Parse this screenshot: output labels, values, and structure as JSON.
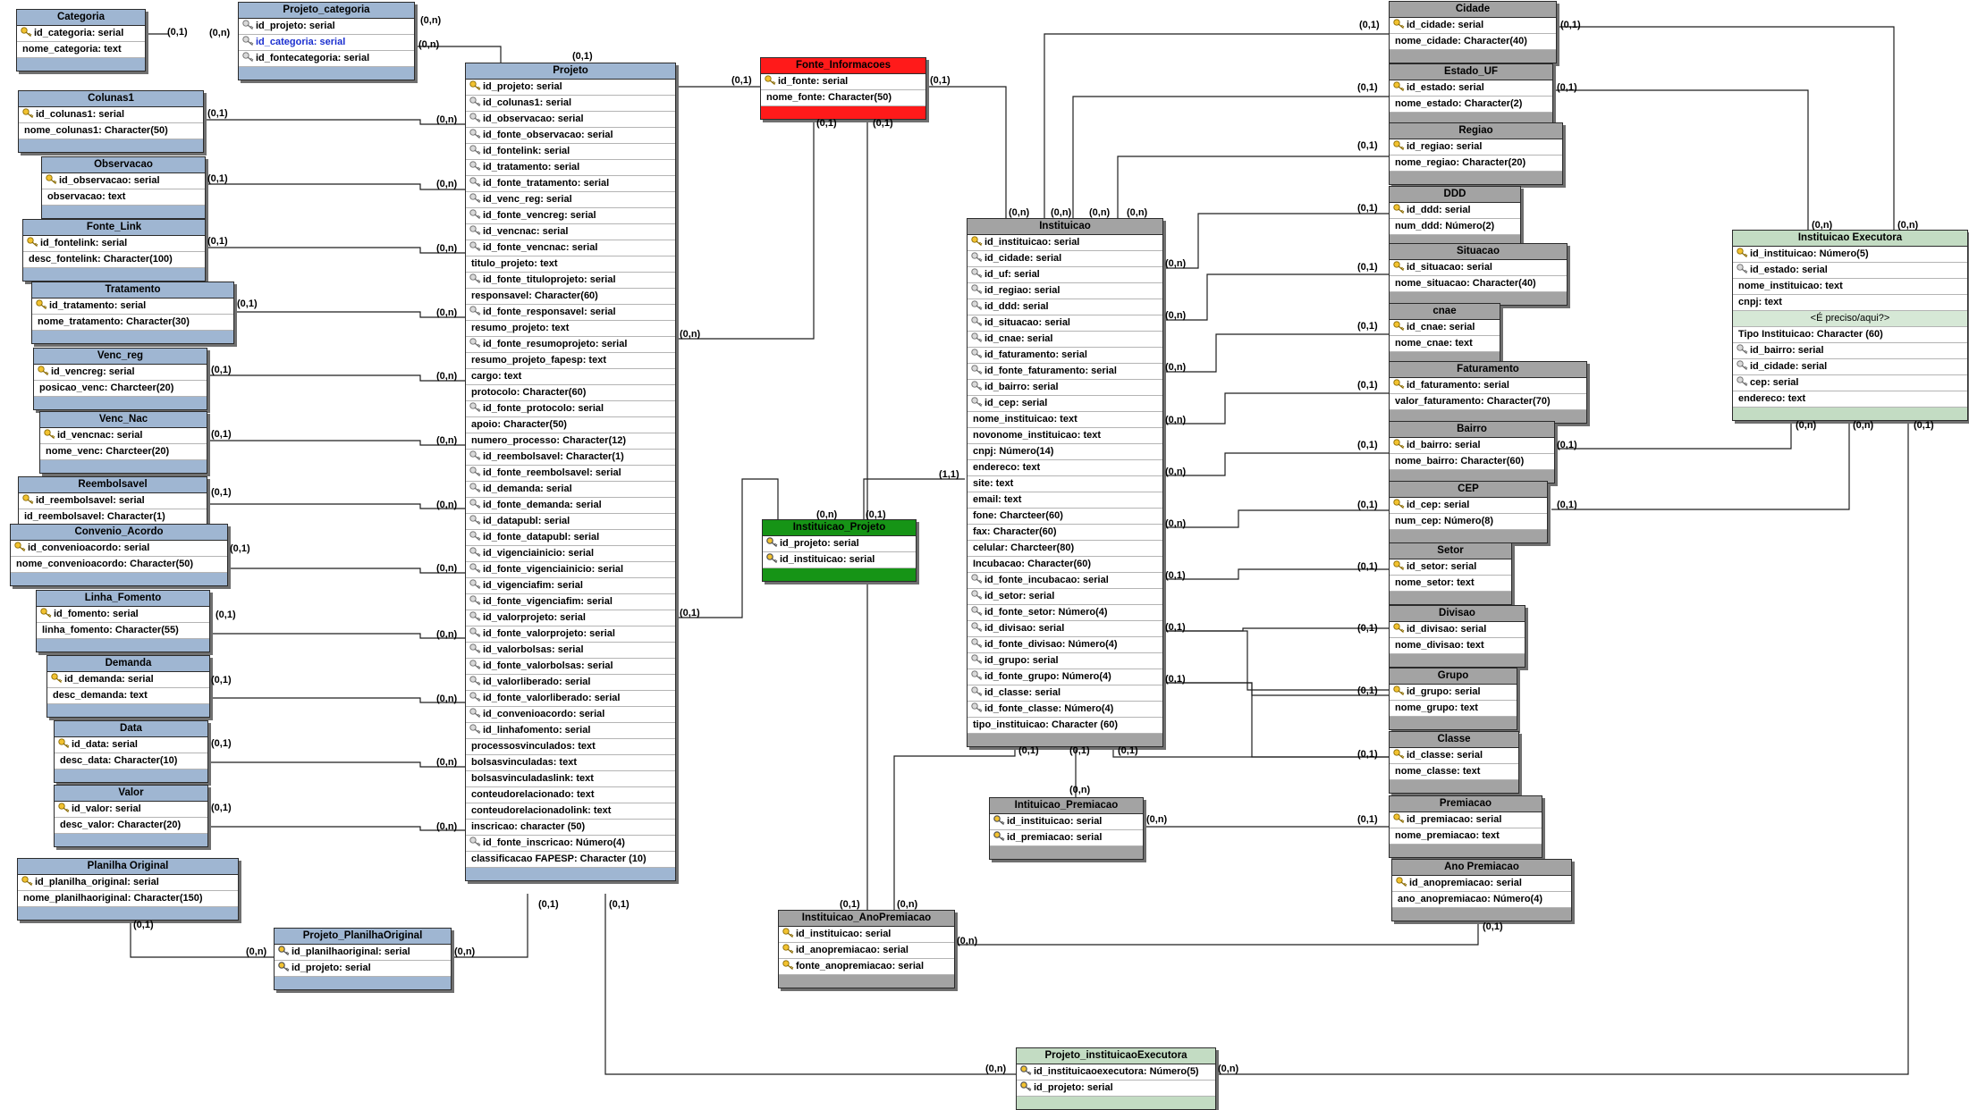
{
  "entities": [
    {
      "id": "categoria",
      "title": "Categoria",
      "color": "blue",
      "fields": [
        {
          "name": "id_categoria: serial",
          "key": "pk"
        },
        {
          "name": "nome_categoria: text"
        }
      ]
    },
    {
      "id": "projeto_categoria",
      "title": "Projeto_categoria",
      "color": "blue",
      "fields": [
        {
          "name": "id_projeto: serial",
          "key": "fk"
        },
        {
          "name": "id_categoria: serial",
          "key": "fk",
          "highlight": true
        },
        {
          "name": "id_fontecategoria: serial",
          "key": "fk"
        }
      ]
    },
    {
      "id": "colunas1",
      "title": "Colunas1",
      "color": "blue",
      "fields": [
        {
          "name": "id_colunas1: serial",
          "key": "pk"
        },
        {
          "name": "nome_colunas1: Character(50)"
        }
      ]
    },
    {
      "id": "observacao",
      "title": "Observacao",
      "color": "blue",
      "fields": [
        {
          "name": "id_observacao: serial",
          "key": "pk"
        },
        {
          "name": "observacao: text"
        }
      ]
    },
    {
      "id": "fonte_link",
      "title": "Fonte_Link",
      "color": "blue",
      "fields": [
        {
          "name": "id_fontelink: serial",
          "key": "pk"
        },
        {
          "name": "desc_fontelink: Character(100)"
        }
      ]
    },
    {
      "id": "tratamento",
      "title": "Tratamento",
      "color": "blue",
      "fields": [
        {
          "name": "id_tratamento: serial",
          "key": "pk"
        },
        {
          "name": "nome_tratamento: Character(30)"
        }
      ]
    },
    {
      "id": "venc_reg",
      "title": "Venc_reg",
      "color": "blue",
      "fields": [
        {
          "name": "id_vencreg: serial",
          "key": "pk"
        },
        {
          "name": "posicao_venc: Charcteer(20)"
        }
      ]
    },
    {
      "id": "venc_nac",
      "title": "Venc_Nac",
      "color": "blue",
      "fields": [
        {
          "name": "id_vencnac: serial",
          "key": "pk"
        },
        {
          "name": "nome_venc: Charcteer(20)"
        }
      ]
    },
    {
      "id": "reembolsavel",
      "title": "Reembolsavel",
      "color": "blue",
      "fields": [
        {
          "name": "id_reembolsavel: serial",
          "key": "pk"
        },
        {
          "name": "id_reembolsavel: Character(1)"
        }
      ]
    },
    {
      "id": "convenio_acordo",
      "title": "Convenio_Acordo",
      "color": "blue",
      "fields": [
        {
          "name": "id_convenioacordo: serial",
          "key": "pk"
        },
        {
          "name": "nome_convenioacordo: Character(50)"
        }
      ]
    },
    {
      "id": "linha_fomento",
      "title": "Linha_Fomento",
      "color": "blue",
      "fields": [
        {
          "name": "id_fomento: serial",
          "key": "pk"
        },
        {
          "name": "linha_fomento: Character(55)"
        }
      ]
    },
    {
      "id": "demanda",
      "title": "Demanda",
      "color": "blue",
      "fields": [
        {
          "name": "id_demanda: serial",
          "key": "pk"
        },
        {
          "name": "desc_demanda: text"
        }
      ]
    },
    {
      "id": "data",
      "title": "Data",
      "color": "blue",
      "fields": [
        {
          "name": "id_data: serial",
          "key": "pk"
        },
        {
          "name": "desc_data: Character(10)"
        }
      ]
    },
    {
      "id": "valor",
      "title": "Valor",
      "color": "blue",
      "fields": [
        {
          "name": "id_valor: serial",
          "key": "pk"
        },
        {
          "name": "desc_valor: Character(20)"
        }
      ]
    },
    {
      "id": "planilha_original",
      "title": "Planilha Original",
      "color": "blue",
      "fields": [
        {
          "name": "id_planilha_original: serial",
          "key": "pk"
        },
        {
          "name": "nome_planilhaoriginal: Character(150)"
        }
      ]
    },
    {
      "id": "projeto_planilhaoriginal",
      "title": "Projeto_PlanilhaOriginal",
      "color": "blue",
      "fields": [
        {
          "name": "id_planilhaoriginal: serial",
          "key": "pfk"
        },
        {
          "name": "id_projeto: serial",
          "key": "pfk"
        }
      ]
    },
    {
      "id": "projeto",
      "title": "Projeto",
      "color": "blue",
      "fields": [
        {
          "name": "id_projeto: serial",
          "key": "pk"
        },
        {
          "name": "id_colunas1: serial",
          "key": "fk"
        },
        {
          "name": "id_observacao: serial",
          "key": "fk"
        },
        {
          "name": "id_fonte_observacao: serial",
          "key": "fk"
        },
        {
          "name": "id_fontelink: serial",
          "key": "fk"
        },
        {
          "name": "id_tratamento: serial",
          "key": "fk"
        },
        {
          "name": "id_fonte_tratamento: serial",
          "key": "fk"
        },
        {
          "name": "id_venc_reg: serial",
          "key": "fk"
        },
        {
          "name": "id_fonte_vencreg: serial",
          "key": "fk"
        },
        {
          "name": "id_vencnac: serial",
          "key": "fk"
        },
        {
          "name": "id_fonte_vencnac: serial",
          "key": "fk"
        },
        {
          "name": "titulo_projeto: text"
        },
        {
          "name": "id_fonte_tituloprojeto: serial",
          "key": "fk"
        },
        {
          "name": "responsavel: Character(60)"
        },
        {
          "name": "id_fonte_responsavel: serial",
          "key": "fk"
        },
        {
          "name": "resumo_projeto: text"
        },
        {
          "name": "id_fonte_resumoprojeto: serial",
          "key": "fk"
        },
        {
          "name": "resumo_projeto_fapesp: text"
        },
        {
          "name": "cargo: text"
        },
        {
          "name": "protocolo: Character(60)"
        },
        {
          "name": "id_fonte_protocolo: serial",
          "key": "fk"
        },
        {
          "name": "apoio: Character(50)"
        },
        {
          "name": "numero_processo: Character(12)"
        },
        {
          "name": "id_reembolsavel: Character(1)",
          "key": "fk"
        },
        {
          "name": "id_fonte_reembolsavel: serial",
          "key": "fk"
        },
        {
          "name": "id_demanda: serial",
          "key": "fk"
        },
        {
          "name": "id_fonte_demanda: serial",
          "key": "fk"
        },
        {
          "name": "id_datapubl: serial",
          "key": "fk"
        },
        {
          "name": "id_fonte_datapubl: serial",
          "key": "fk"
        },
        {
          "name": "id_vigenciainicio: serial",
          "key": "fk"
        },
        {
          "name": "id_fonte_vigenciainicio: serial",
          "key": "fk"
        },
        {
          "name": "id_vigenciafim: serial",
          "key": "fk"
        },
        {
          "name": "id_fonte_vigenciafim: serial",
          "key": "fk"
        },
        {
          "name": "id_valorprojeto: serial",
          "key": "fk"
        },
        {
          "name": "id_fonte_valorprojeto: serial",
          "key": "fk"
        },
        {
          "name": "id_valorbolsas: serial",
          "key": "fk"
        },
        {
          "name": "id_fonte_valorbolsas: serial",
          "key": "fk"
        },
        {
          "name": "id_valorliberado: serial",
          "key": "fk"
        },
        {
          "name": "id_fonte_valorliberado: serial",
          "key": "fk"
        },
        {
          "name": "id_convenioacordo: serial",
          "key": "fk"
        },
        {
          "name": "id_linhafomento: serial",
          "key": "fk"
        },
        {
          "name": "processosvinculados: text"
        },
        {
          "name": "bolsasvinculadas: text"
        },
        {
          "name": "bolsasvinculadaslink: text"
        },
        {
          "name": "conteudorelacionado: text"
        },
        {
          "name": "conteudorelacionadolink: text"
        },
        {
          "name": "inscricao: character (50)"
        },
        {
          "name": "id_fonte_inscricao: Número(4)",
          "key": "fk"
        },
        {
          "name": "classificacao FAPESP: Character (10)"
        }
      ]
    },
    {
      "id": "fonte_informacoes",
      "title": "Fonte_Informacoes",
      "color": "red",
      "fields": [
        {
          "name": "id_fonte: serial",
          "key": "pk"
        },
        {
          "name": "nome_fonte: Character(50)"
        }
      ]
    },
    {
      "id": "instituicao_projeto",
      "title": "Instituicao_Projeto",
      "color": "green",
      "fields": [
        {
          "name": "id_projeto: serial",
          "key": "pfk"
        },
        {
          "name": "id_instituicao: serial",
          "key": "pfk"
        }
      ]
    },
    {
      "id": "instituicao",
      "title": "Instituicao",
      "color": "gray",
      "fields": [
        {
          "name": "id_instituicao: serial",
          "key": "pk"
        },
        {
          "name": "id_cidade: serial",
          "key": "fk"
        },
        {
          "name": "id_uf: serial",
          "key": "fk"
        },
        {
          "name": "id_regiao: serial",
          "key": "fk"
        },
        {
          "name": "id_ddd: serial",
          "key": "fk"
        },
        {
          "name": "id_situacao: serial",
          "key": "fk"
        },
        {
          "name": "id_cnae: serial",
          "key": "fk"
        },
        {
          "name": "id_faturamento: serial",
          "key": "fk"
        },
        {
          "name": "id_fonte_faturamento: serial",
          "key": "fk"
        },
        {
          "name": "id_bairro: serial",
          "key": "fk"
        },
        {
          "name": "id_cep: serial",
          "key": "fk"
        },
        {
          "name": "nome_instituicao: text"
        },
        {
          "name": "novonome_instituicao: text"
        },
        {
          "name": "cnpj: Número(14)"
        },
        {
          "name": "endereco: text"
        },
        {
          "name": "site: text"
        },
        {
          "name": "email: text"
        },
        {
          "name": "fone: Charcteer(60)"
        },
        {
          "name": "fax: Character(60)"
        },
        {
          "name": "celular: Charcteer(80)"
        },
        {
          "name": "Incubacao: Character(60)"
        },
        {
          "name": "id_fonte_incubacao: serial",
          "key": "fk"
        },
        {
          "name": "id_setor: serial",
          "key": "fk"
        },
        {
          "name": "id_fonte_setor: Número(4)",
          "key": "fk"
        },
        {
          "name": "id_divisao: serial",
          "key": "fk"
        },
        {
          "name": "id_fonte_divisao: Número(4)",
          "key": "fk"
        },
        {
          "name": "id_grupo: serial",
          "key": "fk"
        },
        {
          "name": "id_fonte_grupo: Número(4)",
          "key": "fk"
        },
        {
          "name": "id_classe: serial",
          "key": "fk"
        },
        {
          "name": "id_fonte_classe: Número(4)",
          "key": "fk"
        },
        {
          "name": "tipo_instituicao: Character (60)"
        }
      ]
    },
    {
      "id": "cidade",
      "title": "Cidade",
      "color": "gray",
      "fields": [
        {
          "name": "id_cidade: serial",
          "key": "pk"
        },
        {
          "name": "nome_cidade: Character(40)"
        }
      ]
    },
    {
      "id": "estado_uf",
      "title": "Estado_UF",
      "color": "gray",
      "fields": [
        {
          "name": "id_estado: serial",
          "key": "pk"
        },
        {
          "name": "nome_estado: Character(2)"
        }
      ]
    },
    {
      "id": "regiao",
      "title": "Regiao",
      "color": "gray",
      "fields": [
        {
          "name": "id_regiao: serial",
          "key": "pk"
        },
        {
          "name": "nome_regiao: Character(20)"
        }
      ]
    },
    {
      "id": "ddd",
      "title": "DDD",
      "color": "gray",
      "fields": [
        {
          "name": "id_ddd: serial",
          "key": "pk"
        },
        {
          "name": "num_ddd: Número(2)"
        }
      ]
    },
    {
      "id": "situacao",
      "title": "Situacao",
      "color": "gray",
      "fields": [
        {
          "name": "id_situacao: serial",
          "key": "pk"
        },
        {
          "name": "nome_situacao: Character(40)"
        }
      ]
    },
    {
      "id": "cnae",
      "title": "cnae",
      "color": "gray",
      "fields": [
        {
          "name": "id_cnae: serial",
          "key": "pk"
        },
        {
          "name": "nome_cnae: text"
        }
      ]
    },
    {
      "id": "faturamento",
      "title": "Faturamento",
      "color": "gray",
      "fields": [
        {
          "name": "id_faturamento: serial",
          "key": "pk"
        },
        {
          "name": "valor_faturamento: Character(70)"
        }
      ]
    },
    {
      "id": "bairro",
      "title": "Bairro",
      "color": "gray",
      "fields": [
        {
          "name": "id_bairro: serial",
          "key": "pk"
        },
        {
          "name": "nome_bairro: Character(60)"
        }
      ]
    },
    {
      "id": "cep",
      "title": "CEP",
      "color": "gray",
      "fields": [
        {
          "name": "id_cep: serial",
          "key": "pk"
        },
        {
          "name": "num_cep: Número(8)"
        }
      ]
    },
    {
      "id": "setor",
      "title": "Setor",
      "color": "gray",
      "fields": [
        {
          "name": "id_setor: serial",
          "key": "pk"
        },
        {
          "name": "nome_setor: text"
        }
      ]
    },
    {
      "id": "divisao",
      "title": "Divisao",
      "color": "gray",
      "fields": [
        {
          "name": "id_divisao: serial",
          "key": "pk"
        },
        {
          "name": "nome_divisao: text"
        }
      ]
    },
    {
      "id": "grupo",
      "title": "Grupo",
      "color": "gray",
      "fields": [
        {
          "name": "id_grupo: serial",
          "key": "pk"
        },
        {
          "name": "nome_grupo: text"
        }
      ]
    },
    {
      "id": "classe",
      "title": "Classe",
      "color": "gray",
      "fields": [
        {
          "name": "id_classe: serial",
          "key": "pk"
        },
        {
          "name": "nome_classe: text"
        }
      ]
    },
    {
      "id": "premiacao",
      "title": "Premiacao",
      "color": "gray",
      "fields": [
        {
          "name": "id_premiacao: serial",
          "key": "pk"
        },
        {
          "name": "nome_premiacao: text"
        }
      ]
    },
    {
      "id": "ano_premiacao",
      "title": "Ano Premiacao",
      "color": "gray",
      "fields": [
        {
          "name": "id_anopremiacao: serial",
          "key": "pk"
        },
        {
          "name": "ano_anopremiacao: Número(4)"
        }
      ]
    },
    {
      "id": "intituicao_premiacao",
      "title": "Intituicao_Premiacao",
      "color": "gray",
      "fields": [
        {
          "name": "id_instituicao: serial",
          "key": "pfk"
        },
        {
          "name": "id_premiacao: serial",
          "key": "pfk"
        }
      ]
    },
    {
      "id": "instituicao_anopremiacao",
      "title": "Instituicao_AnoPremiacao",
      "color": "gray",
      "fields": [
        {
          "name": "id_instituicao: serial",
          "key": "pk"
        },
        {
          "name": "id_anopremiacao: serial",
          "key": "pk"
        },
        {
          "name": "fonte_anopremiacao: serial",
          "key": "pk"
        }
      ]
    },
    {
      "id": "instituicao_executora",
      "title": "Instituicao Executora",
      "color": "lgreen",
      "fields": [
        {
          "name": "id_instituicao: Número(5)",
          "key": "pk"
        },
        {
          "name": "id_estado: serial",
          "key": "fk"
        },
        {
          "name": "nome_instituicao: text"
        },
        {
          "name": "cnpj: text"
        },
        {
          "name": "<É preciso/aqui?>",
          "section": true
        },
        {
          "name": "Tipo Instituicao: Character (60)"
        },
        {
          "name": "id_bairro: serial",
          "key": "fk"
        },
        {
          "name": "id_cidade: serial",
          "key": "fk"
        },
        {
          "name": "cep: serial",
          "key": "fk"
        },
        {
          "name": "endereco: text"
        }
      ]
    },
    {
      "id": "projeto_instituicaoexecutora",
      "title": "Projeto_instituicaoExecutora",
      "color": "lgreen",
      "fields": [
        {
          "name": "id_instituicaoexecutora: Número(5)",
          "key": "pfk"
        },
        {
          "name": "id_projeto: serial",
          "key": "pfk"
        }
      ]
    }
  ],
  "cardinalities": [
    "(0,1)",
    "(0,n)",
    "(1,1)"
  ]
}
